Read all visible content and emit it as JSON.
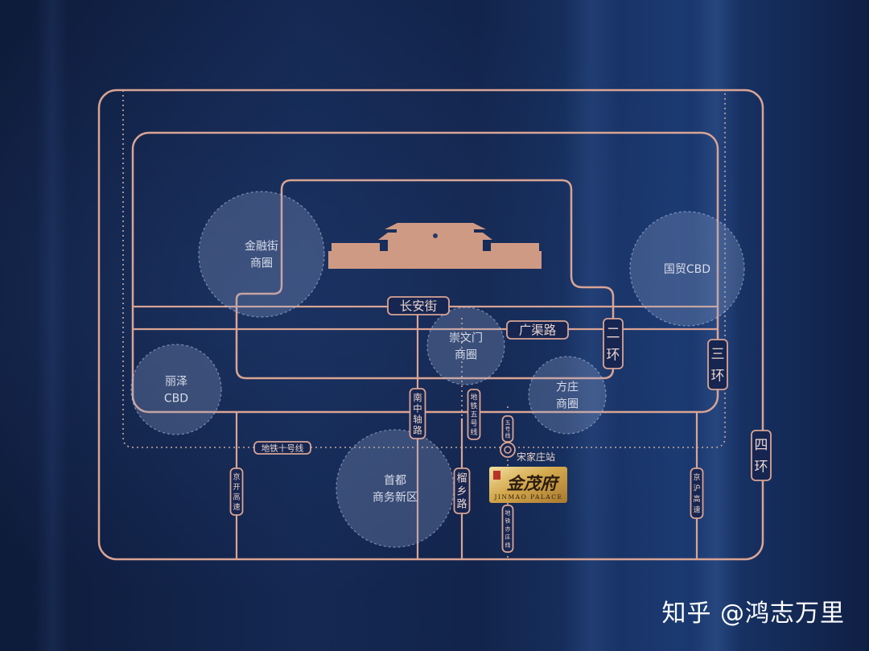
{
  "palette": {
    "road": "#d9a494",
    "dotted": "#c9a9a0",
    "zone_fill": "rgba(150,170,210,0.28)",
    "zone_stroke": "rgba(190,205,235,0.55)",
    "zone_text": "#d8dcea",
    "pill_fill": "#172651",
    "pill_text": "#e9d4cd",
    "landmark": "#cf9a84"
  },
  "zones": {
    "jinrongjie": {
      "line1": "金融街",
      "line2": "商圈"
    },
    "guomao": {
      "line1": "国贸CBD"
    },
    "chongwenmen": {
      "line1": "崇文门",
      "line2": "商圈"
    },
    "lize": {
      "line1": "丽泽",
      "line2": "CBD"
    },
    "fangzhuang": {
      "line1": "方庄",
      "line2": "商圈"
    },
    "shoudu": {
      "line1": "首都",
      "line2": "商务新区"
    }
  },
  "roads": {
    "changan": "长安街",
    "guangqu": "广渠路",
    "ring2": "二环",
    "ring3": "三环",
    "ring4": "四环",
    "metro10": "地铁十号线",
    "nanzhong": "南中轴路",
    "metro5": "地铁五号线",
    "liuxiang": "榴乡路",
    "jingkai": "京开高速",
    "jinghu": "京沪高速",
    "metro_north": "五号线",
    "metro_south": "地铁亦庄线"
  },
  "station": {
    "name": "宋家庄站"
  },
  "project": {
    "cn_name": "金茂府",
    "en_name": "JINMAO PALACE",
    "seal": "印"
  },
  "watermark": {
    "text": "知乎 @鸿志万里"
  }
}
